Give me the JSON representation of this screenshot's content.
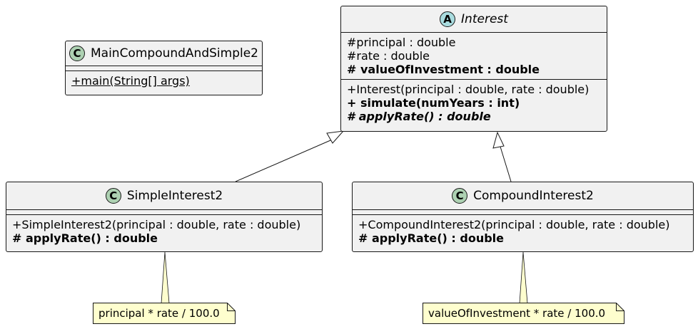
{
  "classes": {
    "main": {
      "stereotype": "C",
      "name": "MainCompoundAndSimple2",
      "methods": [
        "+main(String[] args)"
      ]
    },
    "interest": {
      "stereotype": "A",
      "name": "Interest",
      "fields": [
        "#principal : double",
        "#rate : double",
        "# valueOfInvestment : double"
      ],
      "methods": [
        "+Interest(principal : double, rate : double)",
        "+ simulate(numYears : int)",
        "# applyRate() : double"
      ]
    },
    "simple": {
      "stereotype": "C",
      "name": "SimpleInterest2",
      "methods": [
        "+SimpleInterest2(principal : double, rate : double)",
        "# applyRate() : double"
      ]
    },
    "compound": {
      "stereotype": "C",
      "name": "CompoundInterest2",
      "methods": [
        "+CompoundInterest2(principal : double, rate : double)",
        "# applyRate() : double"
      ]
    }
  },
  "notes": {
    "simple": "principal * rate / 100.0",
    "compound": "valueOfInvestment * rate / 100.0"
  },
  "colors": {
    "class_fill": "#f1f1f1",
    "border": "#181818",
    "class_icon": "#add1b2",
    "abstract_icon": "#a9dcdf",
    "note_fill": "#fefece"
  }
}
